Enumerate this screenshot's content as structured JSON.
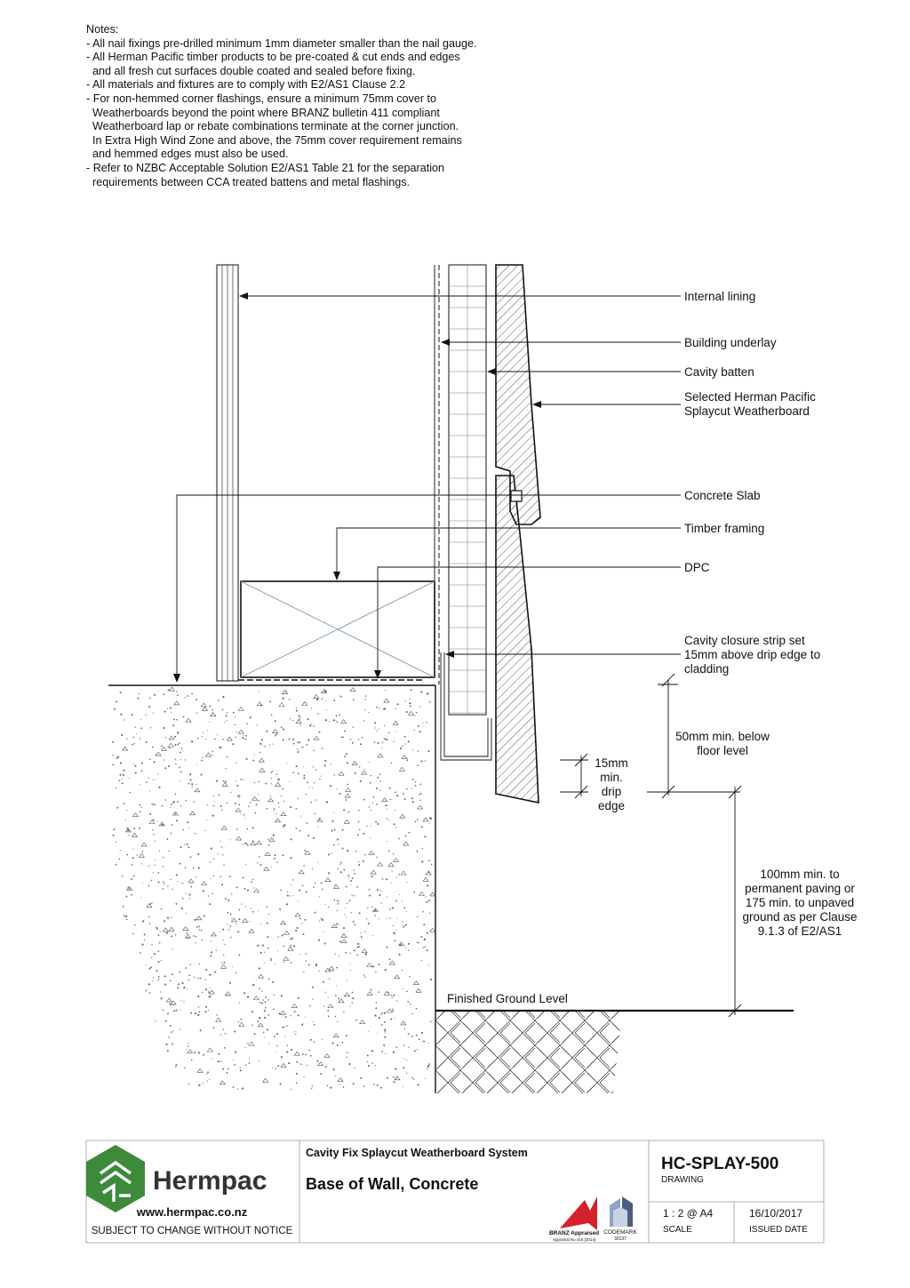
{
  "notes": {
    "heading": "Notes:",
    "lines": [
      "- All nail fixings pre-drilled minimum 1mm diameter smaller than the nail gauge.",
      "- All Herman Pacific timber products to be pre-coated & cut ends and edges",
      "  and all fresh cut surfaces double coated and sealed before fixing.",
      "- All materials and fixtures are to comply with E2/AS1 Clause 2.2",
      "- For non-hemmed corner flashings, ensure a minimum 75mm cover to",
      "  Weatherboards beyond the point where BRANZ bulletin 411 compliant",
      "  Weatherboard lap or rebate combinations terminate at the corner junction.",
      "  In Extra High Wind Zone and above, the 75mm cover requirement remains",
      "  and hemmed edges must also be used.",
      "- Refer to NZBC Acceptable Solution E2/AS1 Table 21 for the separation",
      "  requirements between CCA treated battens and metal flashings."
    ]
  },
  "labels": {
    "internal_lining": "Internal lining",
    "building_underlay": "Building underlay",
    "cavity_batten": "Cavity batten",
    "weatherboard_1": "Selected Herman Pacific",
    "weatherboard_2": "Splaycut Weatherboard",
    "concrete_slab": "Concrete Slab",
    "timber_framing": "Timber framing",
    "dpc": "DPC",
    "closure_1": "Cavity closure strip set",
    "closure_2": "15mm above drip edge to",
    "closure_3": "cladding",
    "dim50_1": "50mm min. below",
    "dim50_2": "floor level",
    "dim15_1": "15mm",
    "dim15_2": "min.",
    "dim15_3": "drip",
    "dim15_4": "edge",
    "dim100_1": "100mm min. to",
    "dim100_2": "permanent paving or",
    "dim100_3": "175 min. to unpaved",
    "dim100_4": "ground as per Clause",
    "dim100_5": "9.1.3 of E2/AS1",
    "fgl": "Finished Ground Level"
  },
  "title_block": {
    "brand": "Hermpac",
    "website": "www.hermpac.co.nz",
    "disclaimer": "SUBJECT TO CHANGE WITHOUT NOTICE",
    "system": "Cavity Fix Splaycut Weatherboard System",
    "title": "Base of Wall, Concrete",
    "drawing_no": "HC-SPLAY-500",
    "drawing_label": "DRAWING",
    "scale": "1 : 2 @ A4",
    "scale_label": "SCALE",
    "date": "16/10/2017",
    "date_label": "ISSUED DATE",
    "branz_1": "BRANZ Appraised",
    "branz_2": "Appraisal No.416 [2014]",
    "codemark_1": "CODEMARK",
    "codemark_2": "30137"
  },
  "colors": {
    "line": "#111111",
    "brand_green": "#3c8a3a",
    "framing_cross": "#6f8fb0",
    "branz_red": "#d6202a",
    "codemark_blue": "#4a5f80"
  }
}
